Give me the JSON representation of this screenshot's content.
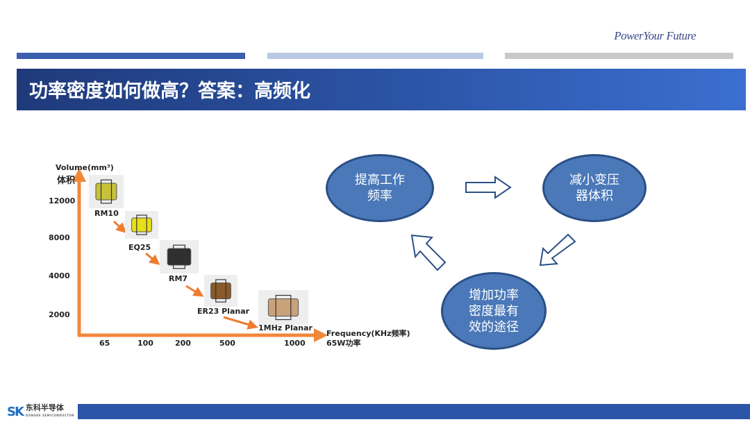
{
  "header": {
    "tagline": "PowerYour Future",
    "title": "功率密度如何做高？答案：高频化"
  },
  "chart_data": {
    "type": "scatter",
    "ylabel_line1": "Volume(mm³)",
    "ylabel_line2": "体积",
    "xlabel_line1": "Frequency(KHz频率)",
    "xlabel_line2": "65W功率",
    "y_ticks": [
      "12000",
      "8000",
      "4000",
      "2000"
    ],
    "x_ticks": [
      "65",
      "100",
      "200",
      "500",
      "1000"
    ],
    "points": [
      {
        "label": "RM10",
        "x": 65,
        "y": 12000,
        "color": "#c8c23a"
      },
      {
        "label": "EQ25",
        "x": 100,
        "y": 8000,
        "color": "#e6df1a"
      },
      {
        "label": "RM7",
        "x": 200,
        "y": 4000,
        "color": "#2f2f2f"
      },
      {
        "label": "ER23 Planar",
        "x": 500,
        "y": 2000,
        "color": "#8a5a2a"
      },
      {
        "label": "1MHz Planar",
        "x": 1000,
        "y": 0,
        "color": "#c9a27a"
      }
    ],
    "axis_color": "#f0883a",
    "arrow_color": "#ef7d2f"
  },
  "cycle": {
    "node1": [
      "提高工作",
      "频率"
    ],
    "node2": [
      "减小变压",
      "器体积"
    ],
    "node3": [
      "增加功率",
      "密度最有",
      "效的途径"
    ],
    "fill": "#4a78b8",
    "stroke": "#2a4f86"
  },
  "footer": {
    "logo_mark": "SK",
    "logo_name": "东科半导体",
    "logo_sub": "DONGKE SEMICONDUCTOR"
  }
}
